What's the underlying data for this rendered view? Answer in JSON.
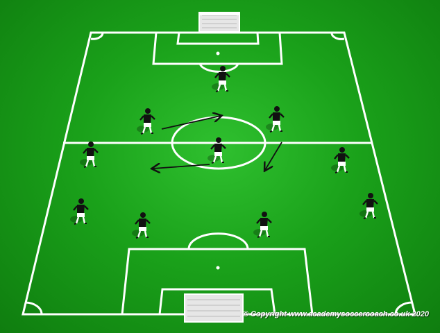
{
  "copyright": "© Copyright www.academysoccercoach.co.uk 2020",
  "colors": {
    "line": "#ffffff",
    "player_shirt": "#111111",
    "player_shorts": "#ffffff",
    "arrow": "#111111"
  },
  "players": [
    {
      "id": "gk-top",
      "role": "goalkeeper"
    },
    {
      "id": "mid-left",
      "role": "player"
    },
    {
      "id": "mid-right",
      "role": "player"
    },
    {
      "id": "centre",
      "role": "player"
    },
    {
      "id": "wide-left",
      "role": "player"
    },
    {
      "id": "wide-right",
      "role": "player"
    },
    {
      "id": "back-left",
      "role": "player"
    },
    {
      "id": "back-right",
      "role": "player"
    },
    {
      "id": "back-centre-left",
      "role": "player"
    },
    {
      "id": "back-centre-right",
      "role": "player"
    }
  ],
  "arrows": [
    {
      "id": "run-right",
      "icon": "arrow-right-icon"
    },
    {
      "id": "run-left",
      "icon": "arrow-left-icon"
    },
    {
      "id": "run-down",
      "icon": "arrow-down-icon"
    }
  ]
}
